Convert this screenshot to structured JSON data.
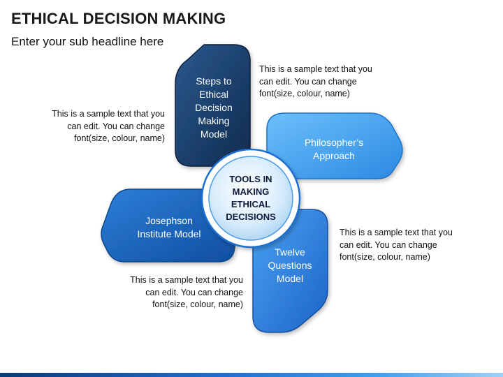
{
  "title": "ETHICAL DECISION MAKING",
  "subtitle": "Enter your sub headline here",
  "center": {
    "label": "TOOLS IN MAKING ETHICAL DECISIONS"
  },
  "petals": [
    {
      "label": "Steps to Ethical Decision Making Model",
      "color": "#1b4270"
    },
    {
      "label": "Philosopher’s Approach",
      "color": "#3d9ae8"
    },
    {
      "label": "Twelve Questions Model",
      "color": "#2a7bd9"
    },
    {
      "label": "Josephson Institute Model",
      "color": "#1866bf"
    }
  ],
  "notes": {
    "top_right": "This is a sample text that you can edit. You can change font(size, colour, name)",
    "left": "This is a sample text that you can edit. You can change font(size, colour, name)",
    "right": "This is a sample text that you can edit. You can change font(size, colour, name)",
    "bottom": "This is a sample text that you can edit. You can change font(size, colour, name)"
  }
}
